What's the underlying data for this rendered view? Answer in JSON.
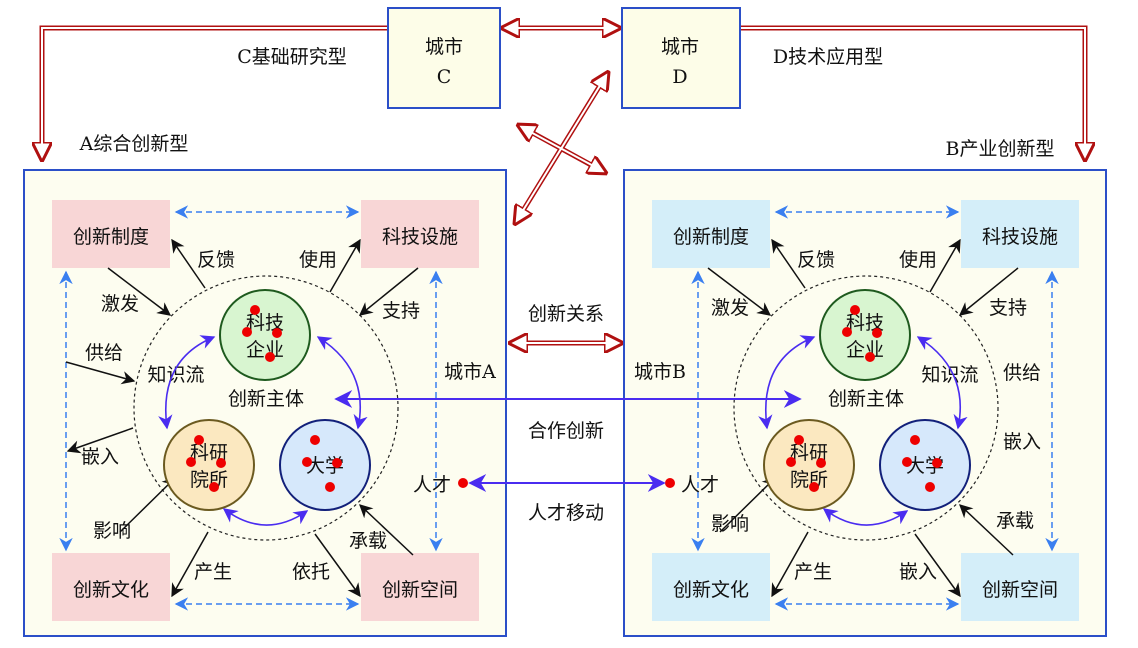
{
  "cities": {
    "c": {
      "line1": "城市",
      "line2": "C",
      "type_label": "C基础研究型"
    },
    "d": {
      "line1": "城市",
      "line2": "D",
      "type_label": "D技术应用型"
    }
  },
  "panels": [
    {
      "id": "a",
      "type_label": "A综合创新型",
      "city_label": "城市A",
      "box_fill": "#f8d6d6",
      "boxes": [
        "创新制度",
        "科技设施",
        "创新文化",
        "创新空间"
      ],
      "relations": {
        "fankui": "反馈",
        "shiyong": "使用",
        "jifa": "激发",
        "zhichi": "支持",
        "gongji": "供给",
        "qianru": "嵌入",
        "yingxiang": "影响",
        "chansheng": "产生",
        "bottom_right": "依托",
        "chengzai": "承载"
      },
      "flow_label": "知识流",
      "core_label": "创新主体",
      "talent_label": "人才",
      "actors": {
        "enterprise": [
          "科技",
          "企业"
        ],
        "institute": [
          "科研",
          "院所"
        ],
        "university": [
          "大学"
        ]
      }
    },
    {
      "id": "b",
      "type_label": "B产业创新型",
      "city_label": "城市B",
      "box_fill": "#d4eef9",
      "boxes": [
        "创新制度",
        "科技设施",
        "创新文化",
        "创新空间"
      ],
      "relations": {
        "fankui": "反馈",
        "shiyong": "使用",
        "jifa": "激发",
        "zhichi": "支持",
        "gongji": "供给",
        "qianru": "嵌入",
        "yingxiang": "影响",
        "chansheng": "产生",
        "bottom_right": "嵌入",
        "chengzai": "承载"
      },
      "flow_label": "知识流",
      "core_label": "创新主体",
      "talent_label": "人才",
      "actors": {
        "enterprise": [
          "科技",
          "企业"
        ],
        "institute": [
          "科研",
          "院所"
        ],
        "university": [
          "大学"
        ]
      }
    }
  ],
  "middle": {
    "relation": "创新关系",
    "cooperation": "合作创新",
    "talent_move": "人才移动"
  },
  "colors": {
    "red_arrow": "#b01010",
    "blue_flow": "#4a2cf0",
    "dashed_blue": "#3a7ff0",
    "panel_border": "#2b4fc8",
    "panel_bg": "#fdfdf0"
  }
}
